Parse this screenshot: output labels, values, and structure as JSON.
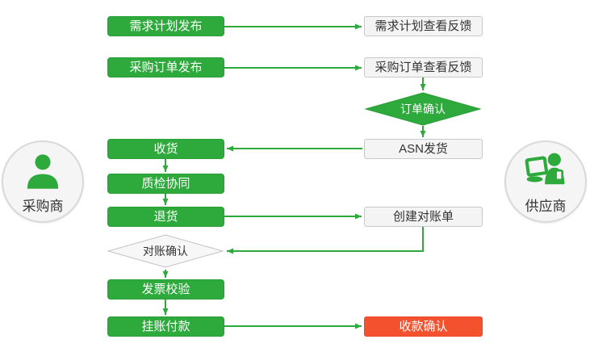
{
  "palette": {
    "green": "#2ea93c",
    "red": "#f4512e",
    "light_box_bg": "#f4f4f4",
    "light_box_border": "#c9c9c9",
    "diamond_light_bg": "#f7f7f7",
    "text_dark": "#333333",
    "text_light": "#ffffff",
    "actor_circle_bg": "#f5f5f5",
    "actor_circle_border": "#d9d9d9"
  },
  "actors": {
    "buyer": {
      "label": "采购商"
    },
    "supplier": {
      "label": "供应商"
    }
  },
  "flow": {
    "plan_publish": "需求计划发布",
    "plan_feedback": "需求计划查看反馈",
    "po_publish": "采购订单发布",
    "po_feedback": "采购订单查看反馈",
    "order_confirm": "订单确认",
    "receive": "收货",
    "asn_ship": "ASN发货",
    "quality": "质检协同",
    "returns": "退货",
    "create_statement": "创建对账单",
    "statement_confirm": "对账确认",
    "invoice_check": "发票校验",
    "payment": "挂账付款",
    "payment_confirm": "收款确认"
  }
}
